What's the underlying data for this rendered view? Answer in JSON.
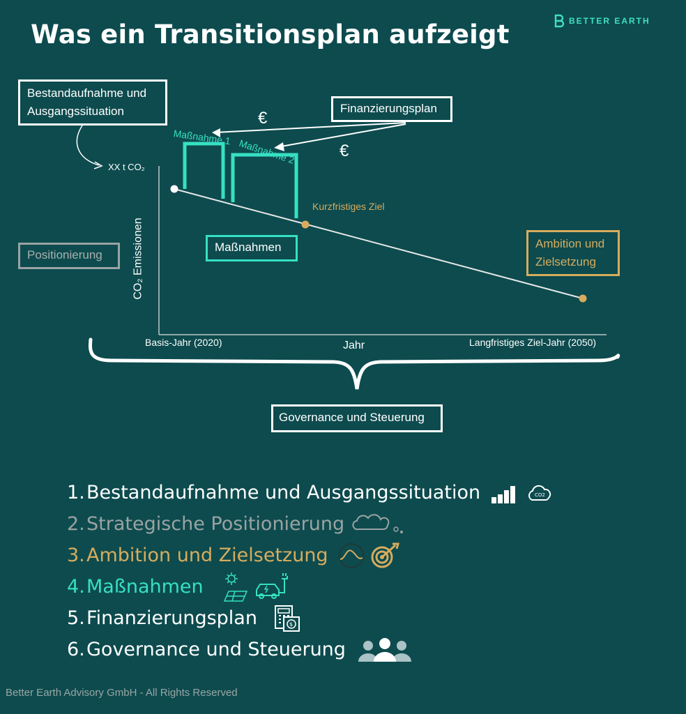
{
  "title": "Was ein Transitionsplan aufzeigt",
  "brand": "BETTER EARTH",
  "diagram": {
    "box_bestand": "Bestandaufnahme und Ausgangssituation",
    "box_finanz": "Finanzierungsplan",
    "box_position": "Positionierung",
    "box_massnahmen": "Maßnahmen",
    "box_ambition": "Ambition und Zielsetzung",
    "box_governance": "Governance und Steuerung",
    "massnahme1": "Maßnahme 1",
    "massnahme2": "Maßnahme 2",
    "euro": "€",
    "start_value": "XX t CO₂",
    "short_goal": "Kurzfristiges Ziel",
    "y_axis": "CO₂ Emissionen",
    "x_axis": "Jahr",
    "x_start": "Basis-Jahr (2020)",
    "x_end": "Langfristiges Ziel-Jahr (2050)"
  },
  "list": [
    {
      "num": "1.",
      "label": "Bestandaufnahme und Ausgangssituation",
      "color": "#ffffff",
      "icons": [
        "bar-chart-icon",
        "co2-cloud-icon"
      ]
    },
    {
      "num": "2.",
      "label": "Strategische Positionierung",
      "color": "#9aa3a3",
      "icons": [
        "thought-cloud-icon"
      ]
    },
    {
      "num": "3.",
      "label": "Ambition und Zielsetzung",
      "color": "#d7ac5e",
      "icons": [
        "wave-circle-icon",
        "target-icon"
      ]
    },
    {
      "num": "4.",
      "label": "Maßnahmen",
      "color": "#36e0c3",
      "icons": [
        "sun-solar-icon",
        "electric-car-icon"
      ]
    },
    {
      "num": "5.",
      "label": "Finanzierungsplan",
      "color": "#ffffff",
      "icons": [
        "calculator-icon"
      ]
    },
    {
      "num": "6.",
      "label": "Governance und Steuerung",
      "color": "#ffffff",
      "icons": [
        "people-icon"
      ]
    }
  ],
  "footer": "Better Earth Advisory GmbH - All Rights Reserved",
  "colors": {
    "background": "#0d4b4e",
    "teal": "#36e0c3",
    "gold": "#d7ac5e",
    "gray": "#9aa3a3"
  }
}
